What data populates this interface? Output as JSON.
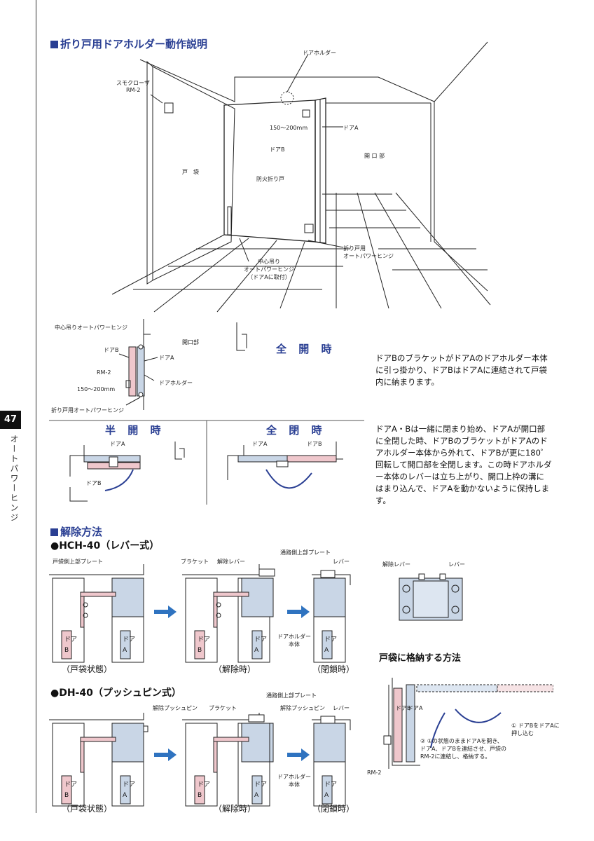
{
  "page": {
    "number": "47",
    "side_title": "オートパワーヒンジ"
  },
  "section1": {
    "heading": "折り戸用ドアホルダー動作説明",
    "labels": {
      "door_holder": "ドアホルダー",
      "smoke_closer": "スモクローザ",
      "rm2": "RM-2",
      "gap": "150～200mm",
      "door_a": "ドアA",
      "door_b": "ドアB",
      "pocket": "戸　袋",
      "opening": "開 口 部",
      "fire_door": "防火折り戸",
      "folding_hinge": "折り戸用\nオートパワーヒンジ",
      "center_hinge": "中心吊り\nオートパワーヒンジ\n（ドアAに取付）"
    }
  },
  "full_open": {
    "state": "全 開 時",
    "labels": {
      "center_hinge": "中心吊りオートパワーヒンジ",
      "door_b": "ドアB",
      "door_a": "ドアA",
      "rm2": "RM-2",
      "holder": "ドアホルダー",
      "gap": "150～200mm",
      "folding_hinge": "折り戸用オートパワーヒンジ",
      "opening": "開口部"
    },
    "text": "ドアBのブラケットがドアAのドアホルダー本体に引っ掛かり、ドアBはドアAに連結されて戸袋内に納まります。"
  },
  "half_open": {
    "state": "半 開 時",
    "door_a": "ドアA",
    "door_b": "ドアB"
  },
  "full_close": {
    "state": "全 閉 時",
    "door_a": "ドアA",
    "door_b": "ドアB",
    "text": "ドアA・Bは一緒に閉まり始め、ドアAが開口部に全閉した時、ドアBのブラケットがドアAのドアホルダー本体から外れて、ドアBが更に180゜回転して開口部を全閉します。この時ドアホルダー本体のレバーは立ち上がり、開口上枠の溝にはまり込んで、ドアAを動かないように保持します。"
  },
  "release": {
    "heading": "解除方法",
    "hch": {
      "title": "●HCH-40（レバー式）",
      "labels": {
        "pocket_plate": "戸袋側上部プレート",
        "bracket": "ブラケット",
        "release_lever": "解除レバー",
        "passage_plate": "通路側上部プレート",
        "lever": "レバー",
        "holder_body": "ドアホルダー\n本体"
      },
      "captions": [
        "（戸袋状態）",
        "（解除時）",
        "（閉鎖時）"
      ]
    },
    "dh": {
      "title": "●DH-40（プッシュピン式）",
      "labels": {
        "release_pin": "解除プッシュピン",
        "bracket": "ブラケット",
        "passage_plate": "通路側上部プレート",
        "release_pin2": "解除プッシュピン",
        "lever": "レバー",
        "holder_body": "ドアホルダー\n本体"
      },
      "captions": [
        "（戸袋状態）",
        "（解除時）",
        "（閉鎖時）"
      ]
    },
    "door_b_v": "ドアB",
    "door_a_v": "ドアA",
    "detail": {
      "release_lever": "解除レバー",
      "lever": "レバー"
    },
    "storage": {
      "title": "戸袋に格納する方法",
      "step1": "① ドアBをドアAに\n押し込む",
      "step2": "② ①の状態のままドアAを開き、\nドアA、ドアBを連結させ、戸袋の\nRM-2に連結し、格納する。",
      "rm2": "RM-2",
      "door_a": "ドアA",
      "door_b": "ドアB"
    }
  },
  "colors": {
    "accent": "#2a3f93",
    "door_a_fill": "#c9d6e6",
    "door_b_fill": "#efc7cc",
    "arrow": "#2f73c0"
  }
}
